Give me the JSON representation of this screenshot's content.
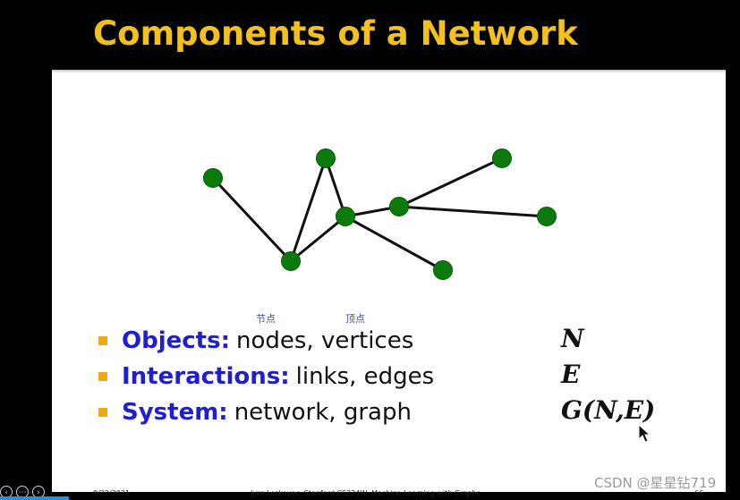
{
  "slide": {
    "title": "Components of a Network",
    "annotations": [
      "节点",
      "顶点"
    ],
    "bullets": [
      {
        "term": "Objects:",
        "description": "nodes, vertices",
        "symbol": "N"
      },
      {
        "term": "Interactions:",
        "description": "links, edges",
        "symbol": "E"
      },
      {
        "term": "System:",
        "description": "network, graph",
        "symbol": "G(N,E)"
      }
    ],
    "footer": {
      "date": "9/22/2021",
      "credit": "Jure Leskovec, Stanford CS224W: Machine Learning with Graphs",
      "page": "66"
    }
  },
  "watermark": "CSDN @星星钻719",
  "colors": {
    "title": "#f4c01e",
    "term": "#1f1fd0",
    "bullet": "#f0a818",
    "node": "#0a7a0a"
  },
  "icons": {
    "controls": [
      "circle-left-icon",
      "more-icon",
      "circle-right-icon"
    ],
    "cursor": "mouse-pointer-icon"
  }
}
